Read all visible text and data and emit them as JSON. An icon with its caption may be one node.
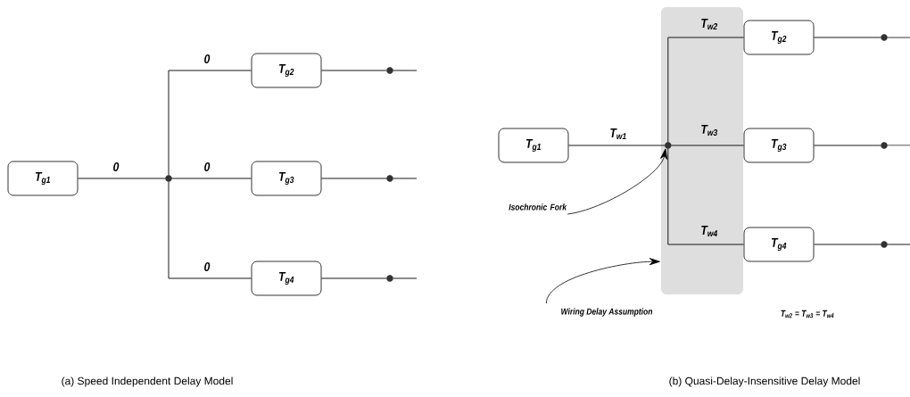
{
  "diagram": {
    "nodes": [
      {
        "text": [
          "T$_{g1}$"
        ]
      },
      {
        "text": [],
        "shape": "circle"
      },
      {
        "text": [
          "T$_{g2}$"
        ]
      },
      {
        "text": [
          "T$_{g3}$"
        ]
      },
      {
        "text": [
          "T$_{g4}$"
        ]
      },
      {
        "text": [],
        "shape": "circle"
      },
      {
        "text": [],
        "shape": "circle"
      },
      {
        "text": [],
        "shape": "circle"
      },
      {
        "text": [],
        "shape": "box"
      },
      {
        "text": [
          "T$_{g1}$"
        ]
      },
      {
        "text": [],
        "shape": "circle",
        "in": 8
      },
      {
        "text": [
          "T$_{g2}$"
        ]
      },
      {
        "text": [
          "T$_{g3}$"
        ]
      },
      {
        "text": [
          "T$_{g4}$"
        ]
      },
      {
        "text": [],
        "shape": "circle"
      },
      {
        "text": [],
        "shape": "circle"
      },
      {
        "text": [],
        "shape": "circle"
      },
      {
        "text": [
          "Isochronic Fork"
        ]
      },
      {
        "text": [
          "Wiring Delay Assumption"
        ]
      }
    ],
    "edges": [
      {
        "from": 0,
        "to": 1,
        "arrow": "none",
        "label": "0"
      },
      {
        "from": 1,
        "to": 2,
        "arrow": "none",
        "label": "0"
      },
      {
        "from": 1,
        "to": 3,
        "arrow": "none",
        "label": "0"
      },
      {
        "from": 1,
        "to": 4,
        "arrow": "none",
        "label": "0"
      },
      {
        "from": 2,
        "to": 5,
        "arrow": "none"
      },
      {
        "from": 3,
        "to": 6,
        "arrow": "none"
      },
      {
        "from": 4,
        "to": 7,
        "arrow": "none"
      },
      {
        "from": 5,
        "to": null,
        "arrow": "none"
      },
      {
        "from": 6,
        "to": null,
        "arrow": "none"
      },
      {
        "from": 7,
        "to": null,
        "arrow": "none"
      },
      {
        "from": 9,
        "to": 10,
        "arrow": "none",
        "label": "T$_{w1}$"
      },
      {
        "from": 10,
        "to": 11,
        "arrow": "none",
        "label": "T$_{w2}$"
      },
      {
        "from": 10,
        "to": 12,
        "arrow": "none",
        "label": "T$_{w3}$"
      },
      {
        "from": 10,
        "to": 13,
        "arrow": "none",
        "label": "T$_{w4}$"
      },
      {
        "from": 11,
        "to": 14,
        "arrow": "none"
      },
      {
        "from": 12,
        "to": 15,
        "arrow": "none"
      },
      {
        "from": 13,
        "to": 16,
        "arrow": "none"
      },
      {
        "from": 14,
        "to": null,
        "arrow": "none"
      },
      {
        "from": 15,
        "to": null,
        "arrow": "none"
      },
      {
        "from": 16,
        "to": null,
        "arrow": "none"
      },
      {
        "from": 17,
        "to": 10,
        "arrow": "to"
      },
      {
        "from": 18,
        "to": 8,
        "arrow": "to"
      }
    ],
    "labels": [
      "T$_{w2}$ = T$_{w3}$ = T$_{w4}$",
      "(a) Speed Independent Delay Model",
      "(b) Quasi-Delay-Insensitive Delay Model"
    ]
  }
}
